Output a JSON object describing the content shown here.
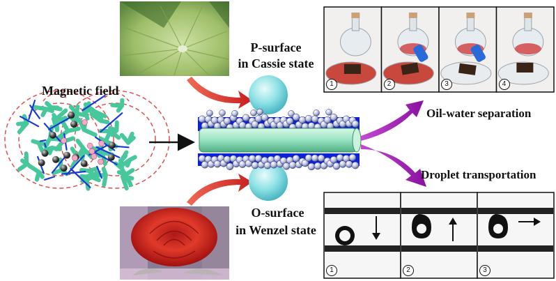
{
  "labels": {
    "magnetic_field": "Magnetic field",
    "p_surface_line1": "P-surface",
    "p_surface_line2": "in Cassie state",
    "o_surface_line1": "O-surface",
    "o_surface_line2": "in Wenzel state",
    "oil_water": "Oil-water separation",
    "droplet": "Droplet transportation"
  },
  "oil_panels": [
    "1",
    "2",
    "3",
    "4"
  ],
  "droplet_panels": [
    "1",
    "2",
    "3"
  ],
  "colors": {
    "fiber": "#9fe6c4",
    "particle_layer": "#0b22d8",
    "sphere": "#8fe2e6",
    "arrow_red": "#d8302a",
    "arrow_purple": "#9a1fa8",
    "field_line": "#e05050",
    "network_blue": "#1a3ad8",
    "network_green": "#4fd0a4"
  },
  "icons": [
    "arrow-down-icon",
    "arrow-up-icon",
    "arrow-right-icon"
  ]
}
